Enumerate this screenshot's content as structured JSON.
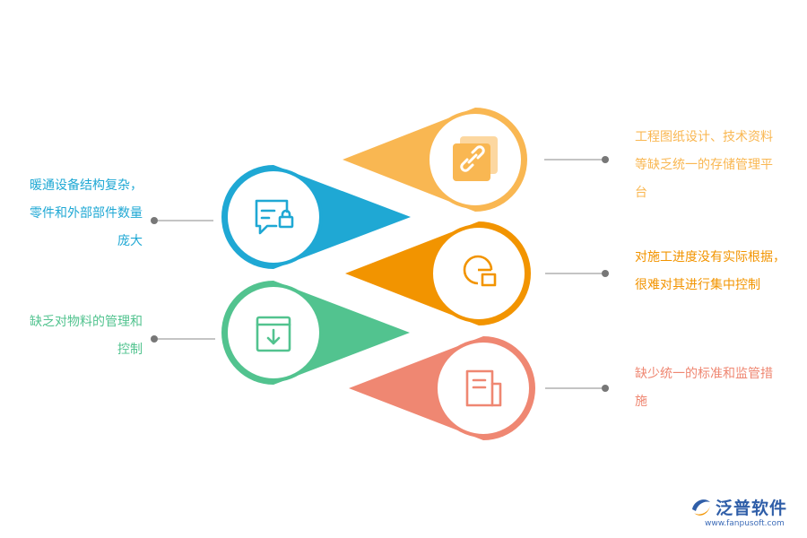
{
  "items": [
    {
      "id": "blue",
      "text": "暖通设备结构复杂，\n零件和外部部件数量\n庞大",
      "color": "#1fa8d4",
      "icon": "chat-lock-icon"
    },
    {
      "id": "green",
      "text": "缺乏对物料的管理和\n控制",
      "color": "#52c38f",
      "icon": "box-download-icon"
    },
    {
      "id": "yellow",
      "text": "工程图纸设计、技术资料\n等缺乏统一的存储管理平\n台",
      "color": "#f9b752",
      "icon": "link-icon"
    },
    {
      "id": "orange",
      "text": "对施工进度没有实际根据，\n很难对其进行集中控制",
      "color": "#f29400",
      "icon": "chart-icon"
    },
    {
      "id": "red",
      "text": "缺少统一的标准和监管措\n施",
      "color": "#ef8772",
      "icon": "document-icon"
    }
  ],
  "logo": {
    "name": "泛普软件",
    "url": "www.fanpusoft.com"
  }
}
